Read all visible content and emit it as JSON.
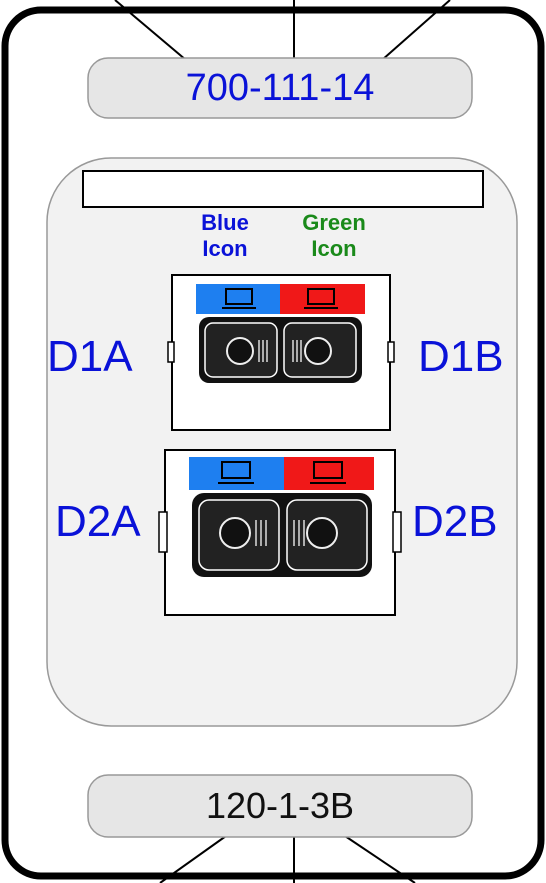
{
  "plate": {
    "top_label": "700-111-14",
    "bottom_label": "120-1-3B"
  },
  "icons": {
    "blue": {
      "line1": "Blue",
      "line2": "Icon",
      "color": "#0a12d8"
    },
    "green": {
      "line1": "Green",
      "line2": "Icon",
      "color": "#1a8a1a"
    }
  },
  "ports": {
    "d1a": "D1A",
    "d1b": "D1B",
    "d2a": "D2A",
    "d2b": "D2B"
  },
  "colors": {
    "blue_band": "#1e7ff0",
    "red_band": "#f01818",
    "panel_fill": "#f2f2f2",
    "label_fill": "#e6e6e6"
  }
}
